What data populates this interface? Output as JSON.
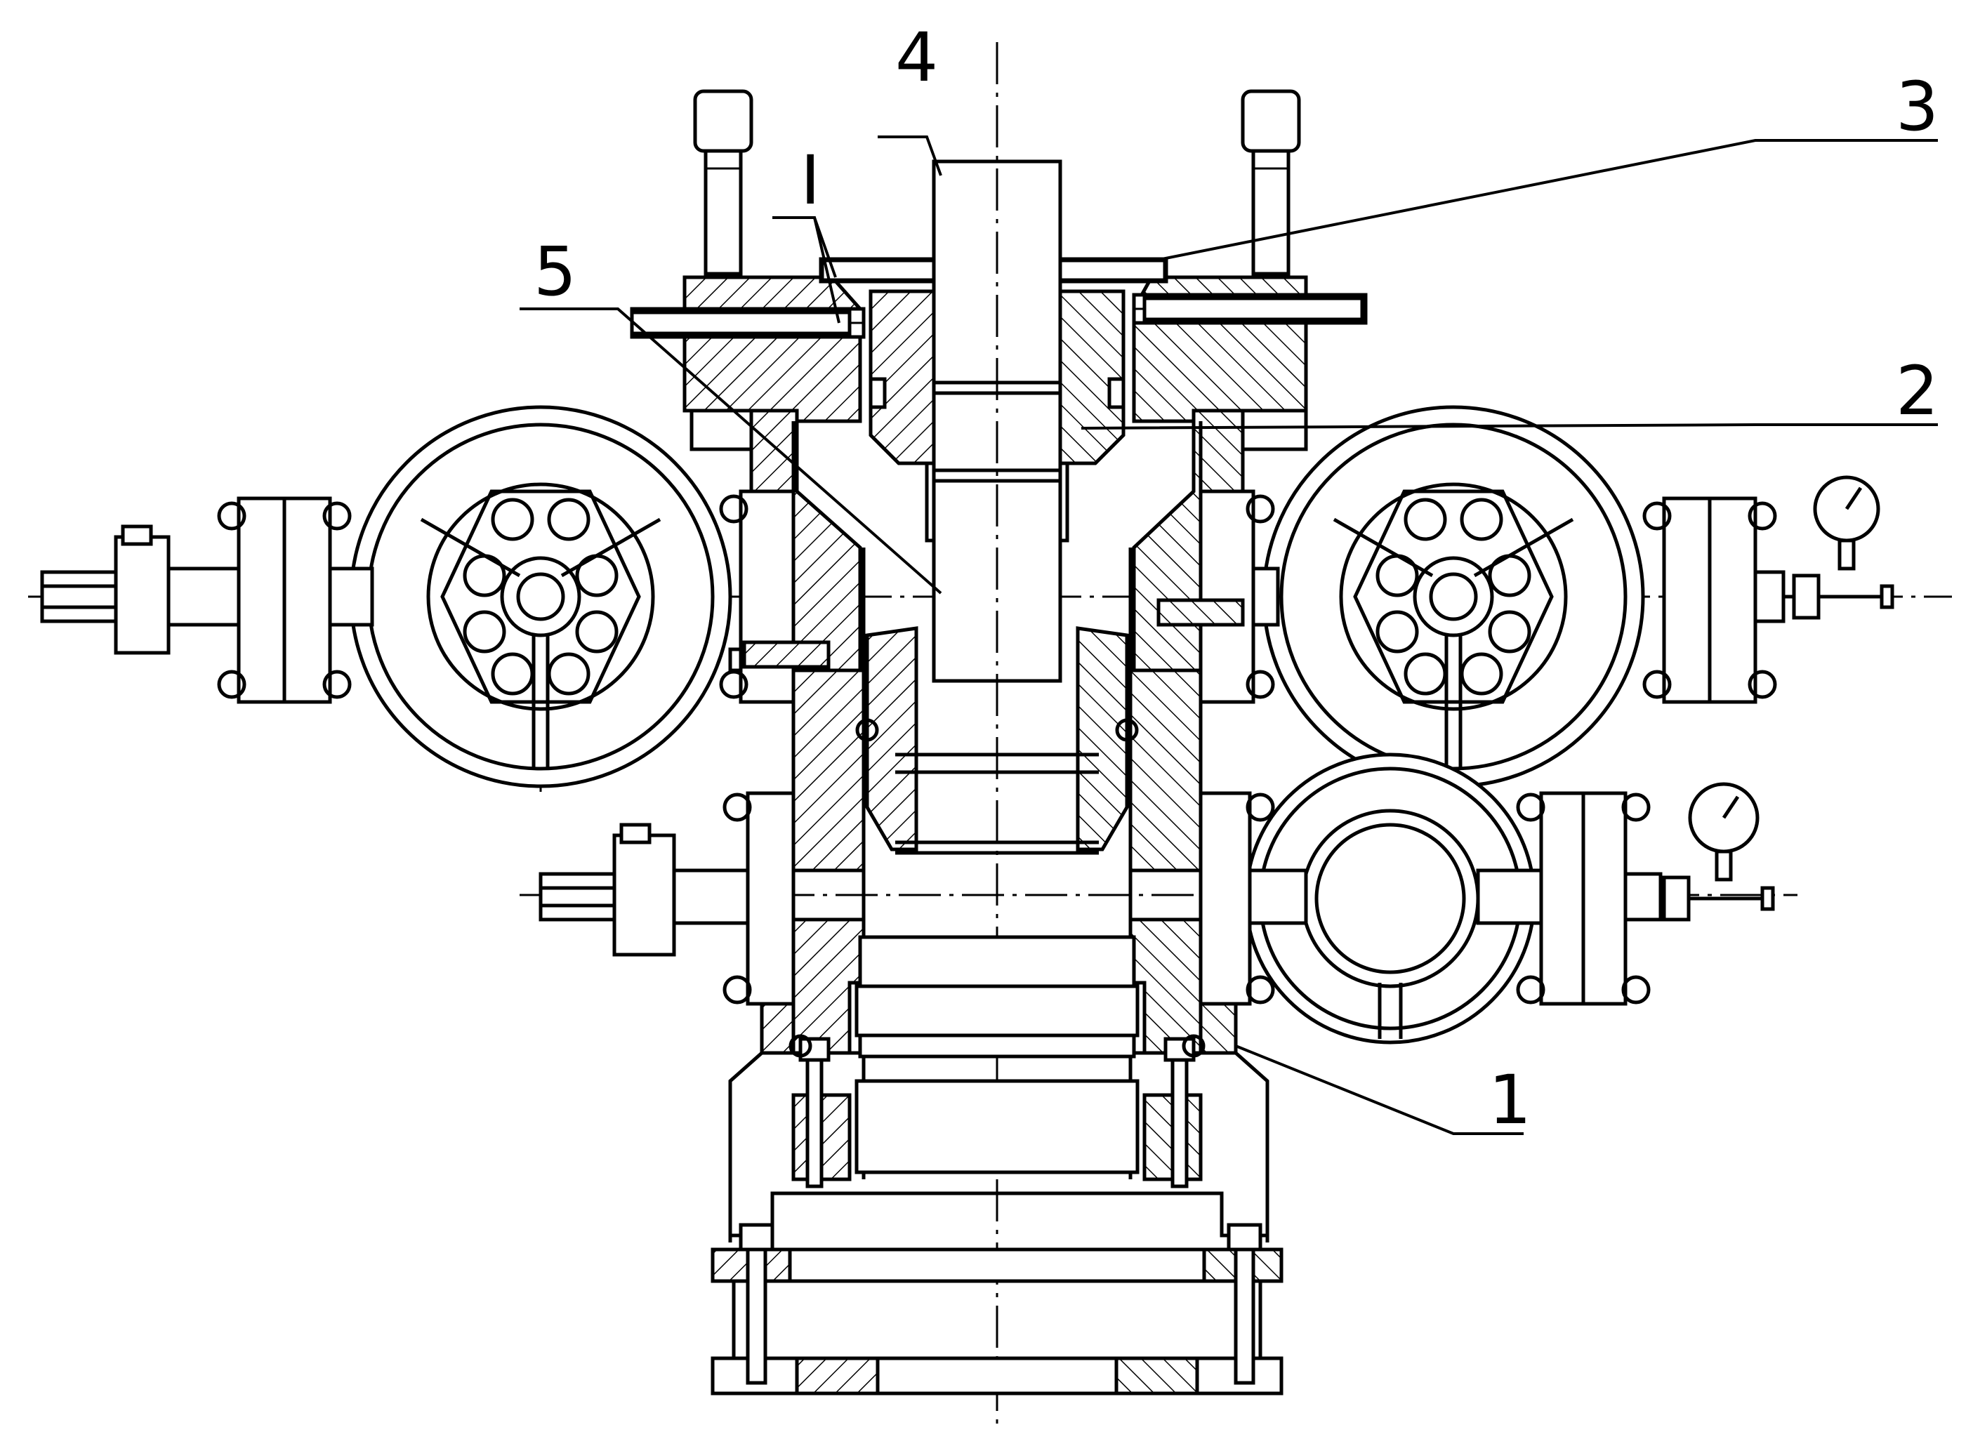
{
  "figure": {
    "callouts": [
      {
        "id": "callout-1",
        "text": "1"
      },
      {
        "id": "callout-2",
        "text": "2"
      },
      {
        "id": "callout-3",
        "text": "3"
      },
      {
        "id": "callout-4",
        "text": "4"
      },
      {
        "id": "callout-5",
        "text": "5"
      },
      {
        "id": "callout-I",
        "text": "I"
      }
    ]
  }
}
